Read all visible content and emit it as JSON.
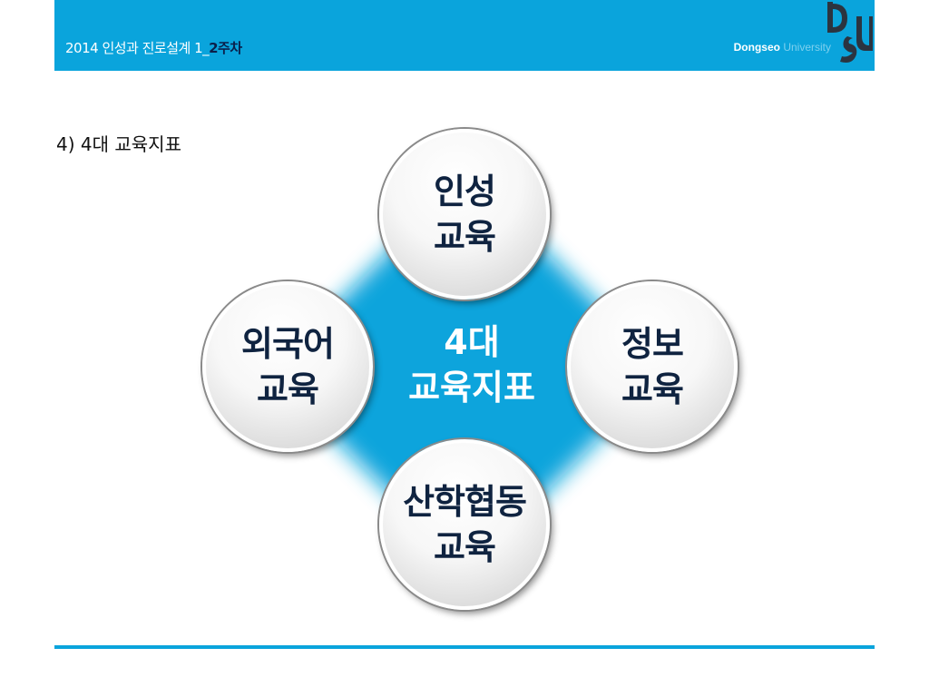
{
  "header": {
    "title": "2014  인성과 진로설계 1_",
    "week": "2주차",
    "brand_name": "Dongseo",
    "brand_suffix": "University",
    "color": "#0aa4dc"
  },
  "section": {
    "heading": "4)   4대  교육지표"
  },
  "diagram": {
    "center": {
      "line1": "4대",
      "line2": "교육지표"
    },
    "nodes": {
      "top": {
        "line1": "인성",
        "line2": "교육"
      },
      "left": {
        "line1": "외국어",
        "line2": "교육"
      },
      "right": {
        "line1": "정보",
        "line2": "교육"
      },
      "bottom": {
        "line1": "산학협동",
        "line2": "교육"
      }
    },
    "accent_color": "#0aa4dc",
    "text_color": "#0f2340"
  },
  "footer": {
    "line_color": "#0aa4dc"
  }
}
